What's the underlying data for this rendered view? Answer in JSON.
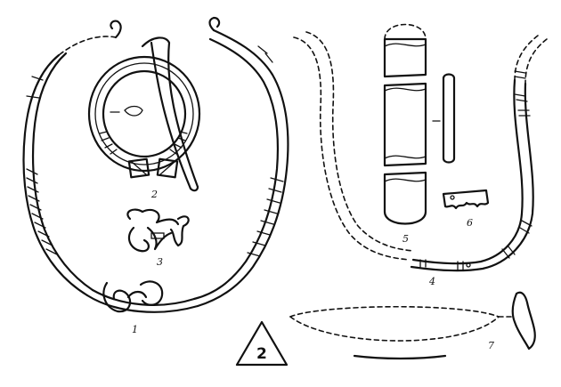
{
  "plate": {
    "number_label": "2",
    "items": [
      {
        "key": "1",
        "label": "1"
      },
      {
        "key": "2",
        "label": "2"
      },
      {
        "key": "3",
        "label": "3"
      },
      {
        "key": "4",
        "label": "4"
      },
      {
        "key": "5",
        "label": "5"
      },
      {
        "key": "6",
        "label": "6"
      },
      {
        "key": "7",
        "label": "7"
      }
    ]
  }
}
